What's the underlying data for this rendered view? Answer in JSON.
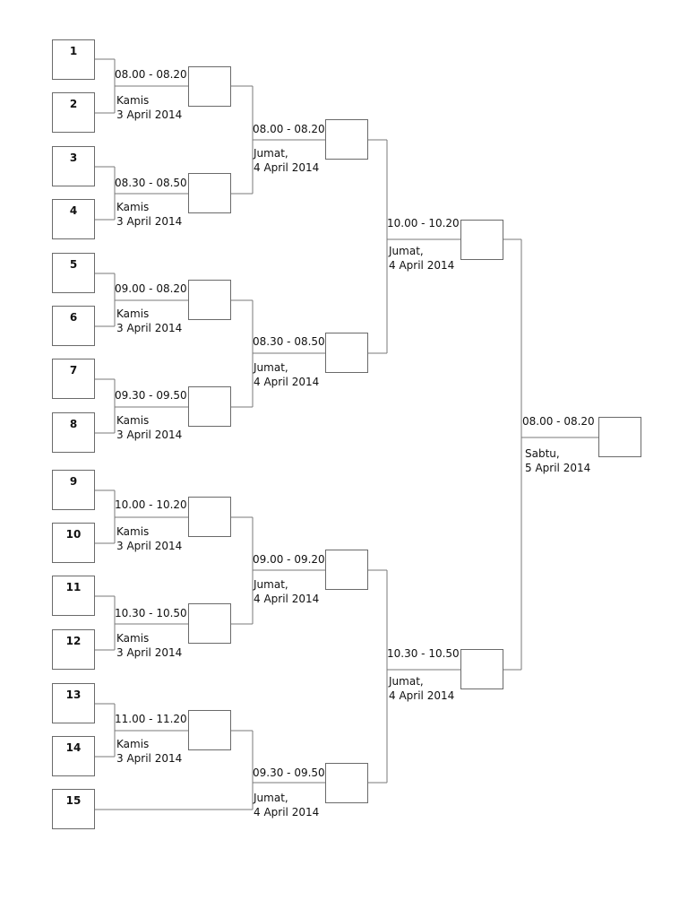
{
  "seeds": [
    "1",
    "2",
    "3",
    "4",
    "5",
    "6",
    "7",
    "8",
    "9",
    "10",
    "11",
    "12",
    "13",
    "14",
    "15"
  ],
  "round1": [
    {
      "time": "08.00 - 08.20",
      "day": "Kamis",
      "date": "3 April 2014"
    },
    {
      "time": "08.30 - 08.50",
      "day": "Kamis",
      "date": "3 April 2014"
    },
    {
      "time": "09.00 - 08.20",
      "day": "Kamis",
      "date": "3 April 2014"
    },
    {
      "time": "09.30 - 09.50",
      "day": "Kamis",
      "date": "3 April 2014"
    },
    {
      "time": "10.00 - 10.20",
      "day": "Kamis",
      "date": "3 April 2014"
    },
    {
      "time": "10.30 - 10.50",
      "day": "Kamis",
      "date": "3 April 2014"
    },
    {
      "time": "11.00 - 11.20",
      "day": "Kamis",
      "date": "3 April 2014"
    }
  ],
  "round2": [
    {
      "time": "08.00 - 08.20",
      "day": "Jumat,",
      "date": "4 April 2014"
    },
    {
      "time": "08.30 - 08.50",
      "day": "Jumat,",
      "date": "4 April 2014"
    },
    {
      "time": "09.00 - 09.20",
      "day": "Jumat,",
      "date": "4 April 2014"
    },
    {
      "time": "09.30 - 09.50",
      "day": "Jumat,",
      "date": "4 April 2014"
    }
  ],
  "round3": [
    {
      "time": "10.00 - 10.20",
      "day": "Jumat,",
      "date": "4 April 2014"
    },
    {
      "time": "10.30 - 10.50",
      "day": "Jumat,",
      "date": "4 April 2014"
    }
  ],
  "final": {
    "time": "08.00 - 08.20",
    "day": "Sabtu,",
    "date": "5 April 2014"
  }
}
